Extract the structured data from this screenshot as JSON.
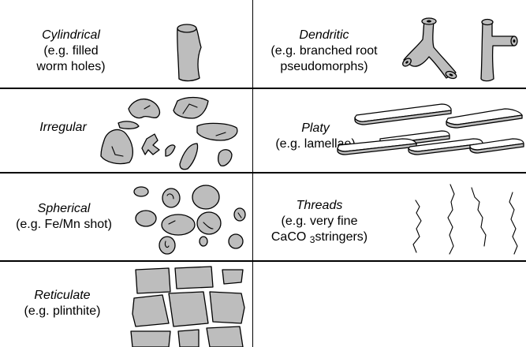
{
  "cells": {
    "cylindrical": {
      "title": "Cylindrical",
      "desc_line1": "(e.g. filled",
      "desc_line2": "worm holes)"
    },
    "dendritic": {
      "title": "Dendritic",
      "desc_line1": "(e.g. branched root",
      "desc_line2": "pseudomorphs)"
    },
    "irregular": {
      "title": "Irregular"
    },
    "platy": {
      "title": "Platy",
      "desc_line1": "(e.g. lamellae)"
    },
    "spherical": {
      "title": "Spherical",
      "desc_line1": "(e.g. Fe/Mn shot)"
    },
    "threads": {
      "title": "Threads",
      "desc_line1": "(e.g. very fine",
      "desc_line2_pre": "CaCO",
      "desc_line2_sub": "3",
      "desc_line2_post": "stringers)"
    },
    "reticulate": {
      "title": "Reticulate",
      "desc_line1": "(e.g. plinthite)"
    }
  }
}
